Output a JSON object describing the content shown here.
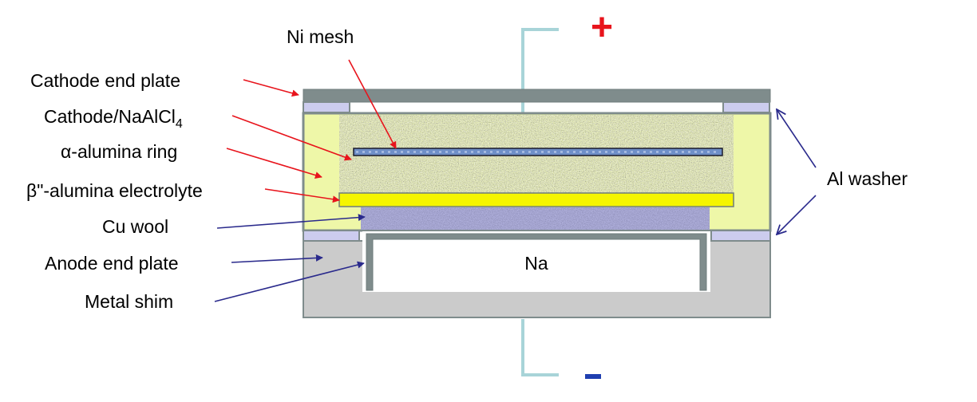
{
  "labels": {
    "ni_mesh": "Ni mesh",
    "cathode_end_plate": "Cathode end plate",
    "cathode_base": "Cathode/NaAlCl",
    "cathode_sub": "4",
    "alpha_ring": "α-alumina ring",
    "beta_electrolyte": "β\"-alumina electrolyte",
    "cu_wool": "Cu wool",
    "anode_end_plate": "Anode end plate",
    "metal_shim": "Metal shim",
    "al_washer": "Al washer",
    "na": "Na"
  },
  "terminals": {
    "positive": "+",
    "negative": "-"
  },
  "colors": {
    "arrow_red": "#e8141c",
    "arrow_blue": "#2a2a8c",
    "plate_gray": "#7f8c8c",
    "anode_fill": "#cbcbcb",
    "washer": "#ccccee",
    "ring": "#eef7a8",
    "electrolyte": "#f5f500",
    "cu_wool": "#8080c0",
    "mesh": "#6f8fc8",
    "lead": "#a8d4d8",
    "plus": "#e8141c",
    "minus": "#1f3fb0"
  }
}
